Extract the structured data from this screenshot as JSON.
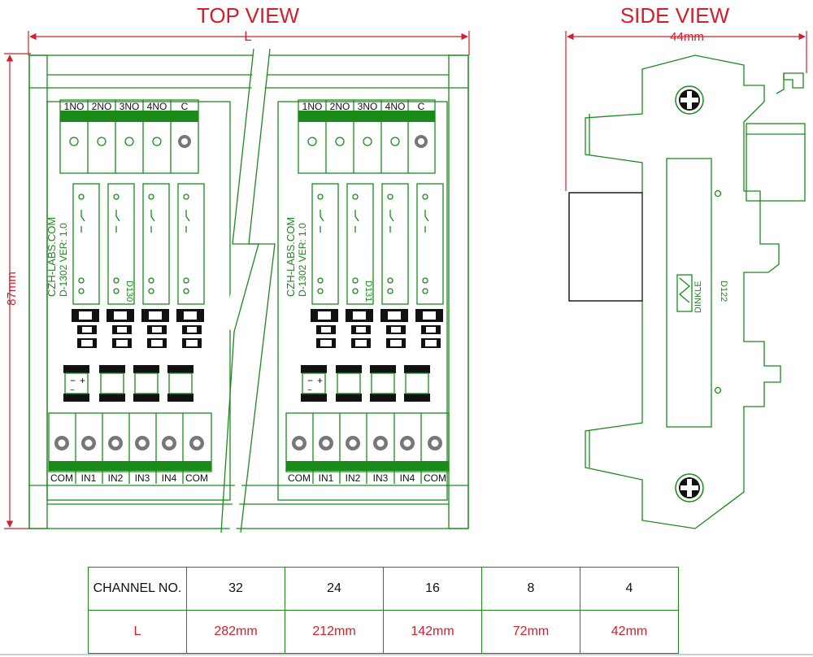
{
  "titles": {
    "top_view": "TOP VIEW",
    "side_view": "SIDE VIEW"
  },
  "dimensions": {
    "length": "L",
    "height": "87mm",
    "depth": "44mm"
  },
  "board": {
    "brand_line1": "CZH-LABS.COM",
    "brand_line2": "D-1302  VER: 1.0",
    "output_terminals": [
      "1NO",
      "2NO",
      "3NO",
      "4NO",
      "C"
    ],
    "input_terminals": [
      "COM",
      "IN1",
      "IN2",
      "IN3",
      "IN4",
      "COM"
    ],
    "relay_label_left": "D130",
    "relay_label_right": "D131",
    "polarity": {
      "minus": "−",
      "plus": "+",
      "ac": "~"
    }
  },
  "side": {
    "brand": "DINKLE",
    "model": "D122"
  },
  "table": {
    "header_label": "CHANNEL NO.",
    "row_label": "L",
    "channels": [
      "32",
      "24",
      "16",
      "8",
      "4"
    ],
    "lengths": [
      "282mm",
      "212mm",
      "142mm",
      "72mm",
      "42mm"
    ]
  },
  "colors": {
    "outline": "#1a8a1a",
    "dimension": "#d21f2b",
    "text": "#111111"
  }
}
